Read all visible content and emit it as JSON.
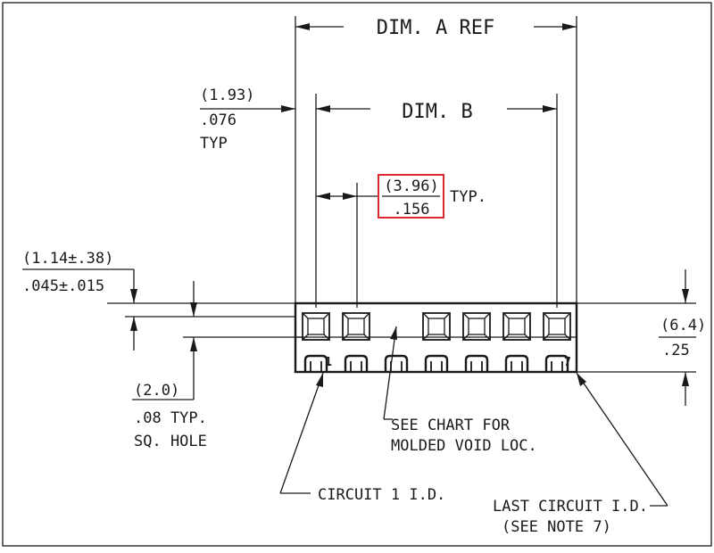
{
  "drawing": {
    "dim_a_label": "DIM. A REF",
    "dim_b_label": "DIM. B",
    "offset_metric": "(1.93)",
    "offset_inch": ".076",
    "offset_typ": "TYP",
    "pitch_metric": "(3.96)",
    "pitch_inch": ".156",
    "pitch_typ": "TYP.",
    "void_metric": "(1.14±.38)",
    "void_inch": ".045±.015",
    "height_metric": "(6.4)",
    "height_inch": ".25",
    "hole_metric": "(2.0)",
    "hole_inch": ".08 TYP.",
    "hole_desc": "SQ. HOLE",
    "chart_note_1": "SEE CHART FOR",
    "chart_note_2": "MOLDED VOID LOC.",
    "circuit1_label": "CIRCUIT 1 I.D.",
    "circuit1_mark": "1",
    "last_circuit_label": "LAST CIRCUIT I.D.",
    "last_circuit_note": "(SEE NOTE 7)",
    "last_circuit_mark": "7",
    "cavity_count": 7,
    "hole_positions": [
      0,
      1,
      3,
      4,
      5,
      6
    ],
    "highlight_color": "#d6282e"
  }
}
